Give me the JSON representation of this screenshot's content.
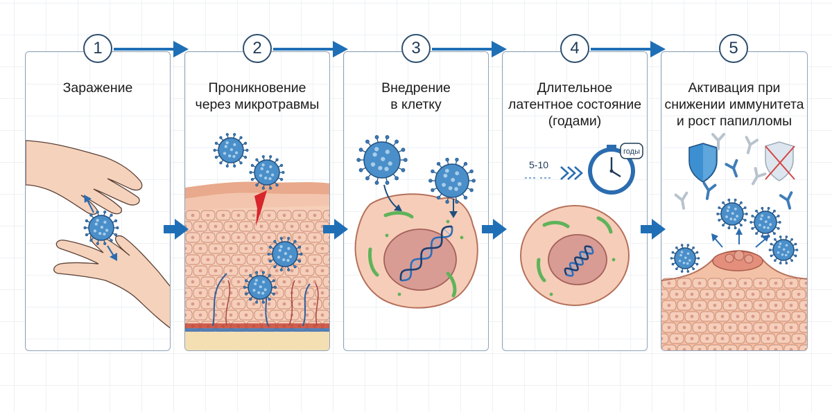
{
  "steps": [
    {
      "number": "1",
      "title_lines": [
        "Заражение"
      ]
    },
    {
      "number": "2",
      "title_lines": [
        "Проникновение",
        "через микротравмы"
      ]
    },
    {
      "number": "3",
      "title_lines": [
        "Внедрение",
        "в клетку"
      ]
    },
    {
      "number": "4",
      "title_lines": [
        "Длительное",
        "латентное состояние",
        "(годами)"
      ]
    },
    {
      "number": "5",
      "title_lines": [
        "Активация при",
        "снижении иммунитета",
        "и рост папилломы"
      ]
    }
  ],
  "latency": {
    "years_range": "5-10",
    "clock_label": "годы"
  },
  "colors": {
    "arrow": "#1f6fb6",
    "panel_border": "#8fa3b8",
    "virus": "#4a8fc9",
    "cell": "#f6cdb8",
    "nucleus": "#d89c95",
    "dna": "#2f6db5",
    "skin": "#f3c1a6",
    "shield": "#3c8fd0"
  }
}
